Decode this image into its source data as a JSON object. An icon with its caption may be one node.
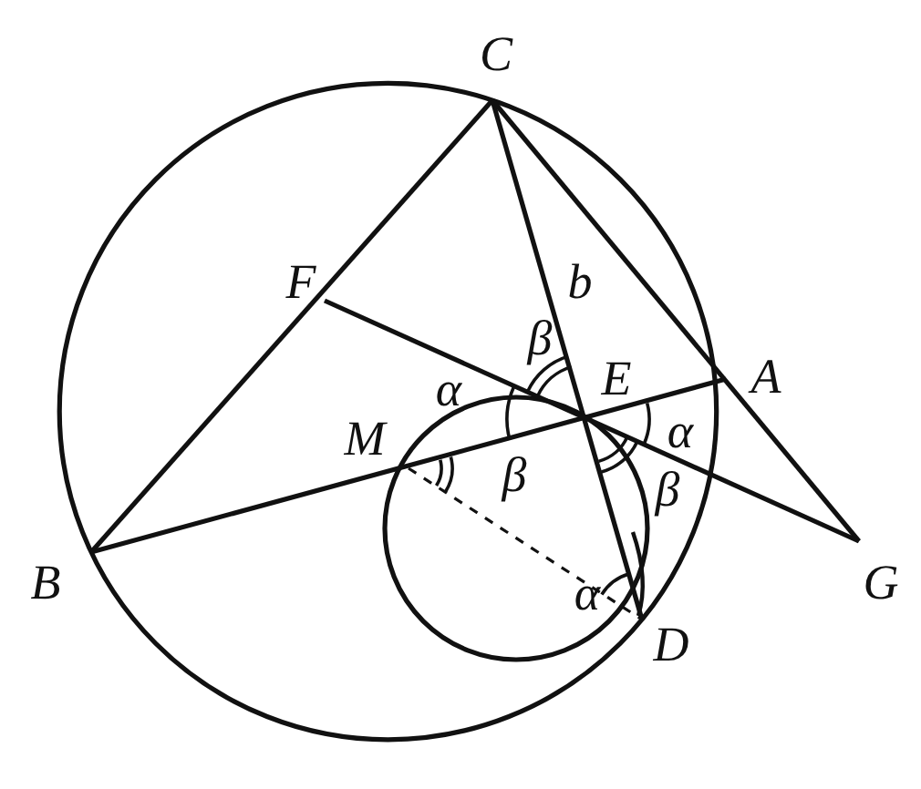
{
  "diagram": {
    "labels": [
      "C",
      "F",
      "b",
      "β",
      "α",
      "E",
      "A",
      "M",
      "α",
      "β",
      "β",
      "B",
      "α",
      "G",
      "D"
    ]
  }
}
